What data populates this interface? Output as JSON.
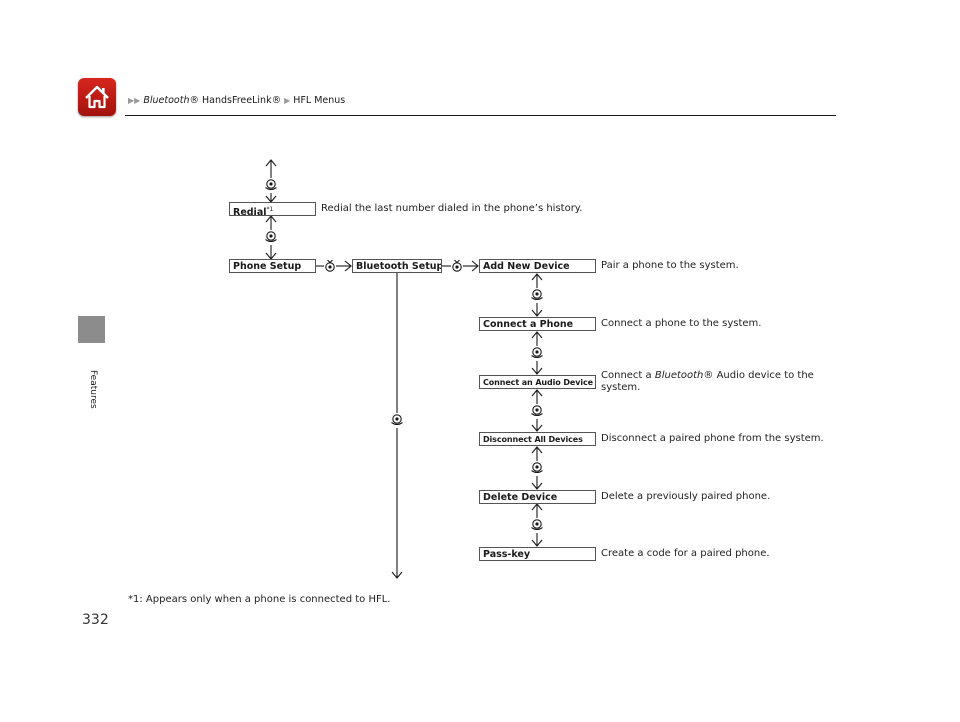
{
  "header": {
    "breadcrumb": [
      {
        "prefix": "",
        "text": "Bluetooth",
        "suffix": "® HandsFreeLink®"
      },
      {
        "text": "HFL Menus"
      }
    ]
  },
  "side_label": "Features",
  "page_number": "332",
  "icons": {
    "home": "home-icon",
    "knob_rotate": "interface-dial-rotate-icon",
    "knob_press": "interface-dial-press-icon"
  },
  "menu": {
    "redial": {
      "label": "Redial",
      "note_ref": "*1",
      "desc": "Redial the last number dialed in the phone’s history."
    },
    "phone_setup": {
      "label": "Phone Setup"
    },
    "bluetooth_setup": {
      "label": "Bluetooth Setup"
    },
    "items": [
      {
        "label": "Add New Device",
        "desc": "Pair a phone to the system."
      },
      {
        "label": "Connect a Phone",
        "desc": "Connect a phone to the system."
      },
      {
        "label": "Connect an Audio Device",
        "desc_pre": "Connect a ",
        "desc_ital": "Bluetooth",
        "desc_post": "® Audio device to the system."
      },
      {
        "label": "Disconnect All Devices",
        "desc": "Disconnect a paired phone from the system."
      },
      {
        "label": "Delete Device",
        "desc": "Delete a previously paired phone."
      },
      {
        "label": "Pass-key",
        "desc": "Create a code for a paired phone."
      }
    ]
  },
  "footnote": "*1: Appears only when a phone is connected to HFL."
}
